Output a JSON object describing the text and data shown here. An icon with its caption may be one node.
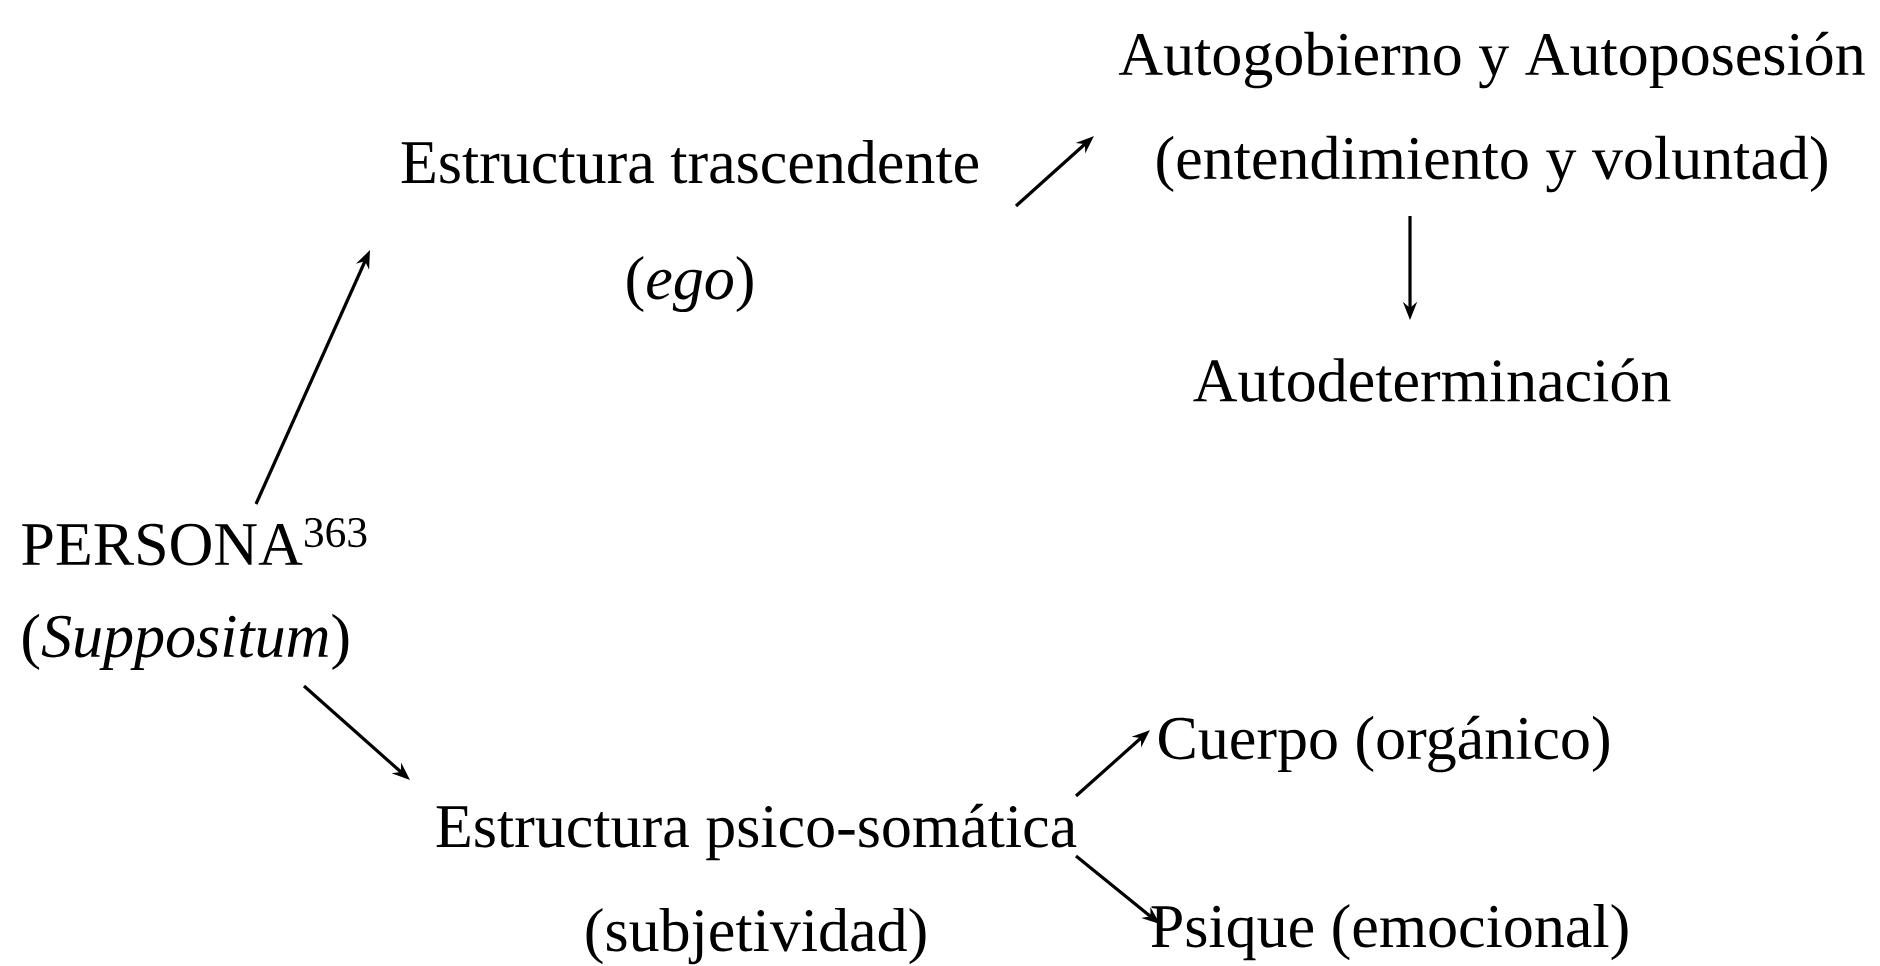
{
  "diagram": {
    "nodes": [
      {
        "text": [
          "PERSONA$^{363}$",
          "(*Suppositum*)"
        ]
      },
      {
        "text": [
          "Estructura trascendente",
          "(*ego*)"
        ]
      },
      {
        "text": [
          "Autogobierno y Autoposesión",
          "(entendimiento y voluntad)"
        ]
      },
      {
        "text": [
          "Autodeterminación"
        ]
      },
      {
        "text": [
          "Estructura psico-somática",
          "(subjetividad)"
        ]
      },
      {
        "text": [
          "Cuerpo  (orgánico)"
        ]
      },
      {
        "text": [
          "Psique (emocional)"
        ]
      }
    ],
    "edges": [
      {
        "from": 0,
        "to": 1,
        "arrow": "to"
      },
      {
        "from": 1,
        "to": 2,
        "arrow": "to"
      },
      {
        "from": 2,
        "to": 3,
        "arrow": "to"
      },
      {
        "from": 0,
        "to": 4,
        "arrow": "to"
      },
      {
        "from": 4,
        "to": 5,
        "arrow": "to"
      },
      {
        "from": 4,
        "to": 6,
        "arrow": "to"
      }
    ]
  }
}
